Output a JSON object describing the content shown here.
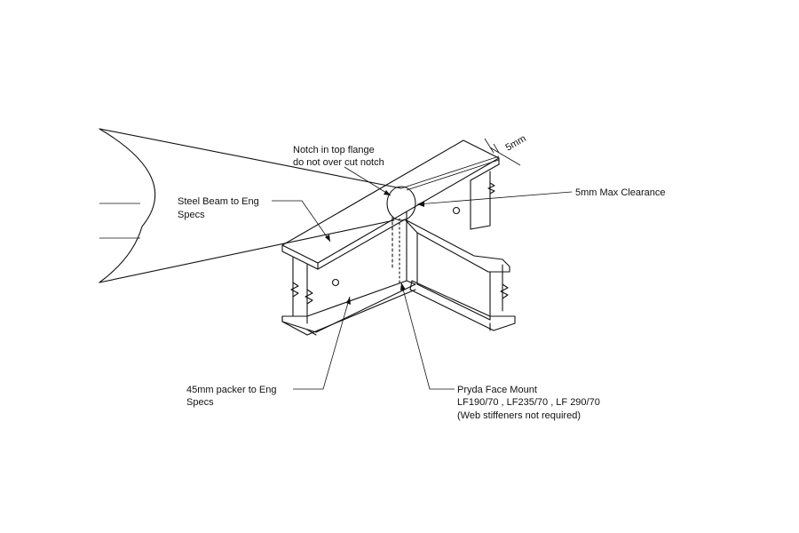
{
  "labels": {
    "notch": [
      "Notch in top flange",
      "do not over cut notch"
    ],
    "steel_beam": [
      "Steel Beam to Eng",
      "Specs"
    ],
    "clearance": "5mm Max Clearance",
    "dim": "5mm",
    "packer": [
      "45mm packer to Eng",
      "Specs"
    ],
    "face_mount": [
      "Pryda Face Mount",
      "LF190/70 , LF235/70 , LF 290/70",
      "(Web stiffeners not required)"
    ]
  }
}
